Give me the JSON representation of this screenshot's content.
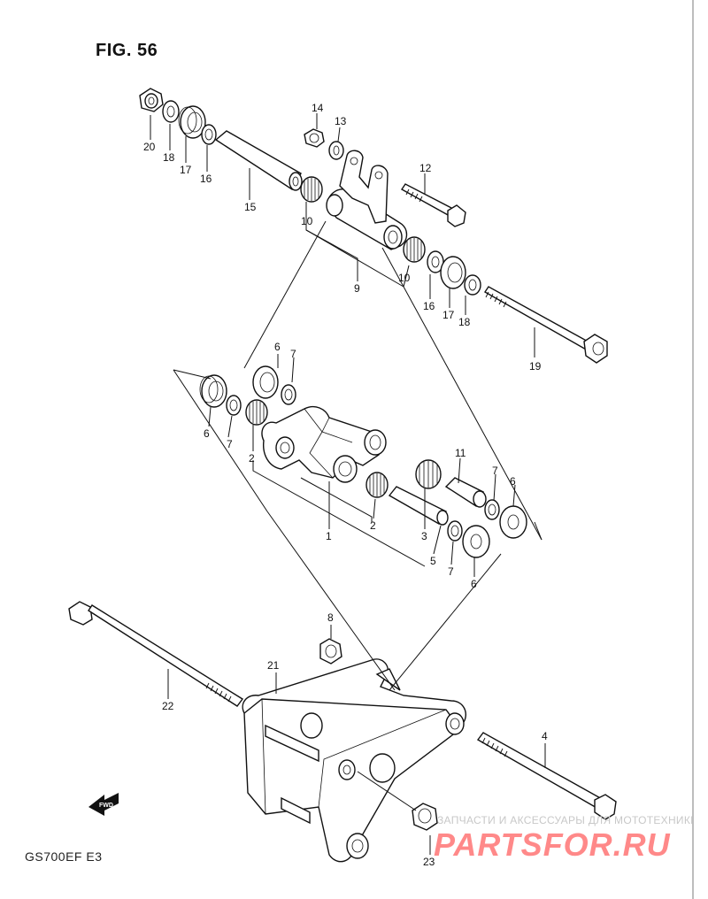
{
  "figure": {
    "title": "FIG. 56",
    "model": "GS700EF  E3"
  },
  "callouts": {
    "c1": "1",
    "c2a": "2",
    "c2b": "2",
    "c3": "3",
    "c4": "4",
    "c5": "5",
    "c6a": "6",
    "c6b": "6",
    "c6c": "6",
    "c6d": "6",
    "c7a": "7",
    "c7b": "7",
    "c7c": "7",
    "c7d": "7",
    "c8": "8",
    "c9": "9",
    "c10a": "10",
    "c10b": "10",
    "c11": "11",
    "c12": "12",
    "c13": "13",
    "c14": "14",
    "c15": "15",
    "c16a": "16",
    "c16b": "16",
    "c17a": "17",
    "c17b": "17",
    "c18a": "18",
    "c18b": "18",
    "c19": "19",
    "c20": "20",
    "c21": "21",
    "c22": "22",
    "c23": "23"
  },
  "fwd_label": "FWD",
  "watermark": {
    "text": "ЗАПЧАСТИ И АКСЕССУАРЫ ДЛЯ МОТОТЕХНИКИ",
    "logo": "PARTSFOR.RU"
  },
  "colors": {
    "line": "#111111",
    "watermark_logo": "#ff2a2a",
    "watermark_text": "#c8c8c8"
  }
}
